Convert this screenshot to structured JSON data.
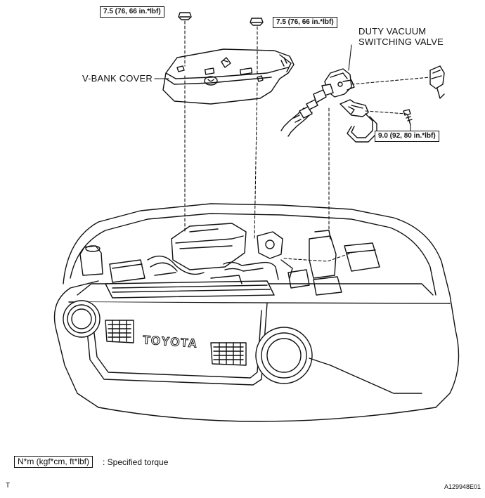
{
  "torque_labels": {
    "vbank_left": "7.5 (76, 66 in.*lbf)",
    "vbank_right": "7.5 (76, 66 in.*lbf)",
    "valve_bolt": "9.0 (92, 80 in.*lbf)"
  },
  "callouts": {
    "vbank_cover": "V-BANK COVER",
    "valve_line1": "DUTY VACUUM",
    "valve_line2": "SWITCHING VALVE"
  },
  "grille_logo": "TOYOTA",
  "legend": {
    "unit": "N*m (kgf*cm, ft*lbf)",
    "description": ": Specified torque"
  },
  "corner_left": "T",
  "figure_id": "A129948E01"
}
